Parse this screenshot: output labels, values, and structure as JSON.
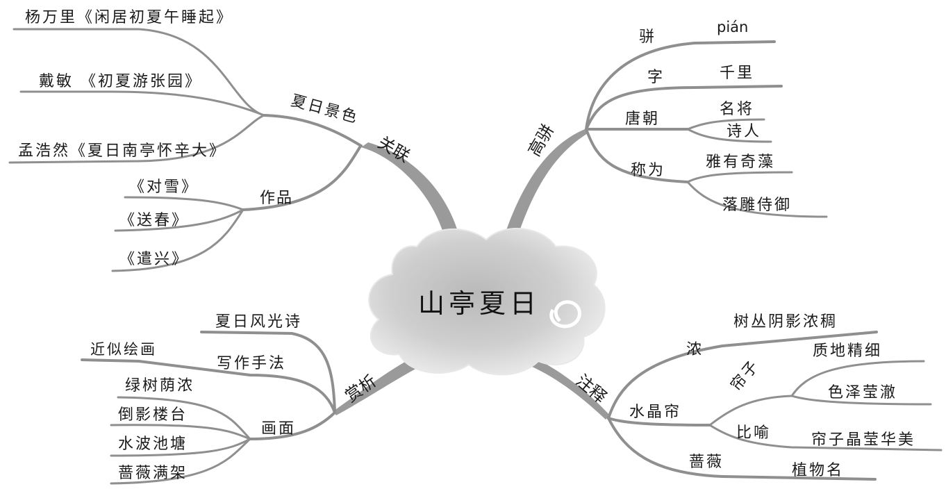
{
  "center": "山亭夏日",
  "branches": {
    "guanlian": {
      "label": "关联",
      "jingse": {
        "label": "夏日景色",
        "items": [
          "杨万里《闲居初夏午睡起》",
          "戴敏  《初夏游张园》",
          "孟浩然《夏日南亭怀辛大》"
        ]
      },
      "zuopin": {
        "label": "作品",
        "items": [
          "《对雪》",
          "《送春》",
          "《遣兴》"
        ]
      }
    },
    "gaopian": {
      "label": "高骈",
      "pian": {
        "label": "骈",
        "note": "pián"
      },
      "zi": {
        "label": "字",
        "note": "千里"
      },
      "tangchao": {
        "label": "唐朝",
        "items": [
          "名将",
          "诗人"
        ]
      },
      "chengwei": {
        "label": "称为",
        "items": [
          "雅有奇藻",
          "落雕侍御"
        ]
      }
    },
    "shangxi": {
      "label": "赏析",
      "shi": "夏日风光诗",
      "shoufa": {
        "label": "写作手法",
        "note": "近似绘画"
      },
      "huamian": {
        "label": "画面",
        "items": [
          "绿树荫浓",
          "倒影楼台",
          "水波池塘",
          "蔷薇满架"
        ]
      }
    },
    "zhushi": {
      "label": "注释",
      "nong": {
        "label": "浓",
        "note": "树丛阴影浓稠"
      },
      "shuijinglian": {
        "label": "水晶帘",
        "lianzi": {
          "label": "帘子",
          "items": [
            "质地精细",
            "色泽莹澈"
          ]
        },
        "biyu": {
          "label": "比喻",
          "note": "帘子晶莹华美"
        }
      },
      "qiangwei": {
        "label": "蔷薇",
        "note": "植物名"
      }
    }
  },
  "colors": {
    "line": "#8f8f8f",
    "text": "#1a1a1a",
    "cloud": "#d4d4d4"
  }
}
